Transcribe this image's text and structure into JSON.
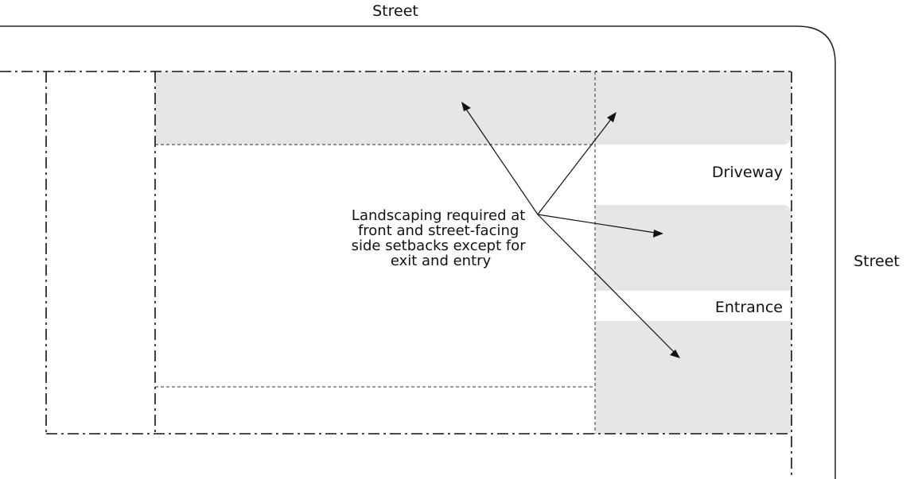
{
  "labels": {
    "street_top": "Street",
    "street_right": "Street",
    "driveway": "Driveway",
    "entrance": "Entrance",
    "callout_lines": [
      "Landscaping required at",
      "front and street-facing",
      "side setbacks except for",
      "exit and entry"
    ]
  },
  "colors": {
    "landscaping_fill": "#e6e6e6",
    "line": "#111111"
  }
}
